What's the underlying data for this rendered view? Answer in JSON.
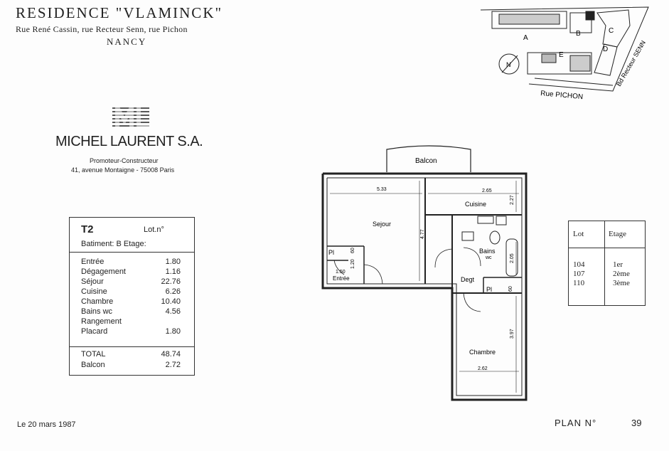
{
  "header": {
    "residence": "RESIDENCE \"VLAMINCK\"",
    "streets": "Rue René Cassin, rue Recteur Senn, rue Pichon",
    "city": "NANCY"
  },
  "company": {
    "name": "MICHEL LAURENT S.A.",
    "role": "Promoteur-Constructeur",
    "address": "41, avenue Montaigne - 75008 Paris"
  },
  "unit": {
    "type": "T2",
    "lot_label": "Lot.n°",
    "building_label": "Batiment: B   Etage:",
    "rooms": [
      {
        "name": "Entrée",
        "area": "1.80"
      },
      {
        "name": "Dégagement",
        "area": "1.16"
      },
      {
        "name": "Séjour",
        "area": "22.76"
      },
      {
        "name": "Cuisine",
        "area": "6.26"
      },
      {
        "name": "Chambre",
        "area": "10.40"
      },
      {
        "name": "Bains wc",
        "area": "4.56"
      },
      {
        "name": "Rangement",
        "area": ""
      },
      {
        "name": "Placard",
        "area": "1.80"
      }
    ],
    "total": {
      "name": "TOTAL",
      "area": "48.74"
    },
    "balcony": {
      "name": "Balcon",
      "area": "2.72"
    }
  },
  "lots_table": {
    "headers": [
      "Lot",
      "Etage"
    ],
    "rows": [
      {
        "lot": "104",
        "etage": "1er"
      },
      {
        "lot": "107",
        "etage": "2ème"
      },
      {
        "lot": "110",
        "etage": "3ème"
      }
    ]
  },
  "floor_plan": {
    "balcon": "Balcon",
    "sejour": "Sejour",
    "cuisine": "Cuisine",
    "bains": "Bains",
    "wc": "wc",
    "degt": "Degt",
    "chambre": "Chambre",
    "entree": "Entrée",
    "placard": "Pl",
    "dims": {
      "sejour_w": "5.33",
      "sejour_h": "4.77",
      "cuisine_w": "2.65",
      "cuisine_h": "2.27",
      "bains_h": "2.05",
      "chambre_w": "2.62",
      "chambre_h": "3.97",
      "pl_entree_w": "60",
      "pl_entree_h": "1.20",
      "entree_w": "1.50",
      "pl_degt": "60"
    }
  },
  "site_plan": {
    "buildings": [
      "A",
      "B",
      "C",
      "D",
      "E"
    ],
    "street_bottom": "Rue PICHON",
    "street_right": "Bd Recteur SENN",
    "north": "N"
  },
  "footer": {
    "date": "Le  20 mars 1987",
    "plan_label": "PLAN    N°",
    "plan_number": "39"
  }
}
